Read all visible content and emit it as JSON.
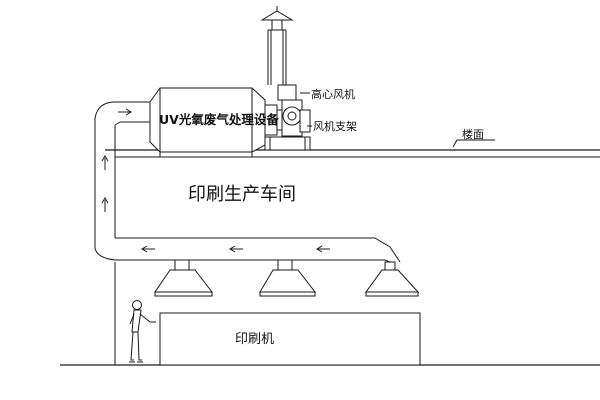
{
  "labels": {
    "uv_device": "UV光氧废气处理设备",
    "centrifugal_fan": "高心风机",
    "fan_bracket": "风机支架",
    "floor": "楼面",
    "workshop": "印刷生产车间",
    "printer": "印刷机"
  },
  "colors": {
    "line": "#1a1a1a",
    "background": "#ffffff"
  }
}
